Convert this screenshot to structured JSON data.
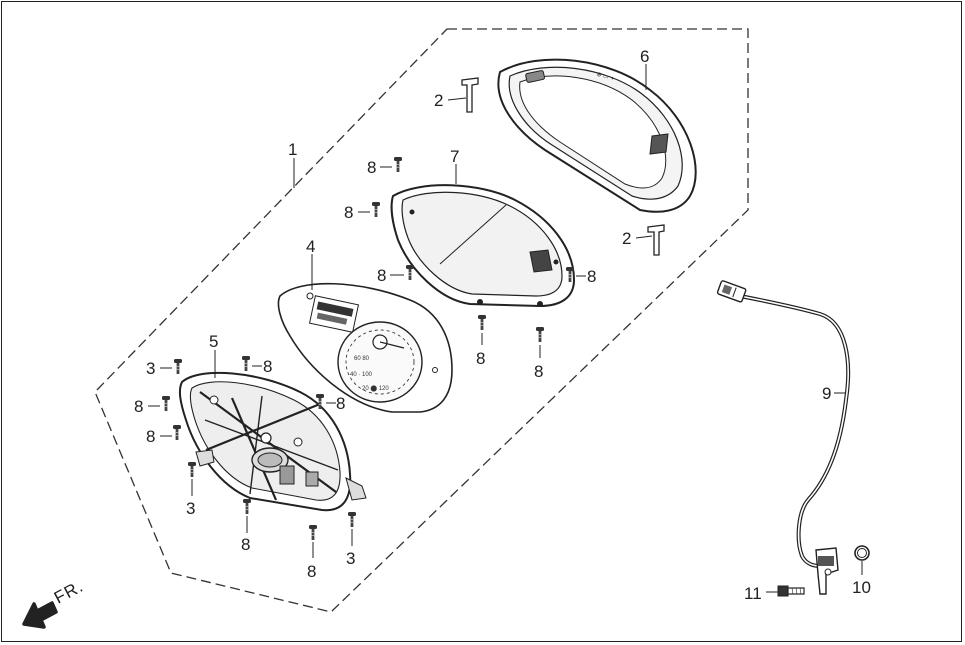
{
  "diagram": {
    "front_indicator": "FR.",
    "callouts": {
      "c1": "1",
      "c2a": "2",
      "c2b": "2",
      "c3a": "3",
      "c3b": "3",
      "c3c": "3",
      "c4": "4",
      "c5": "5",
      "c6": "6",
      "c7": "7",
      "c8a": "8",
      "c8b": "8",
      "c8c": "8",
      "c8d": "8",
      "c8e": "8",
      "c8f": "8",
      "c8g": "8",
      "c8h": "8",
      "c8i": "8",
      "c8j": "8",
      "c8k": "8",
      "c8l": "8",
      "c9": "9",
      "c10": "10",
      "c11": "11"
    }
  }
}
